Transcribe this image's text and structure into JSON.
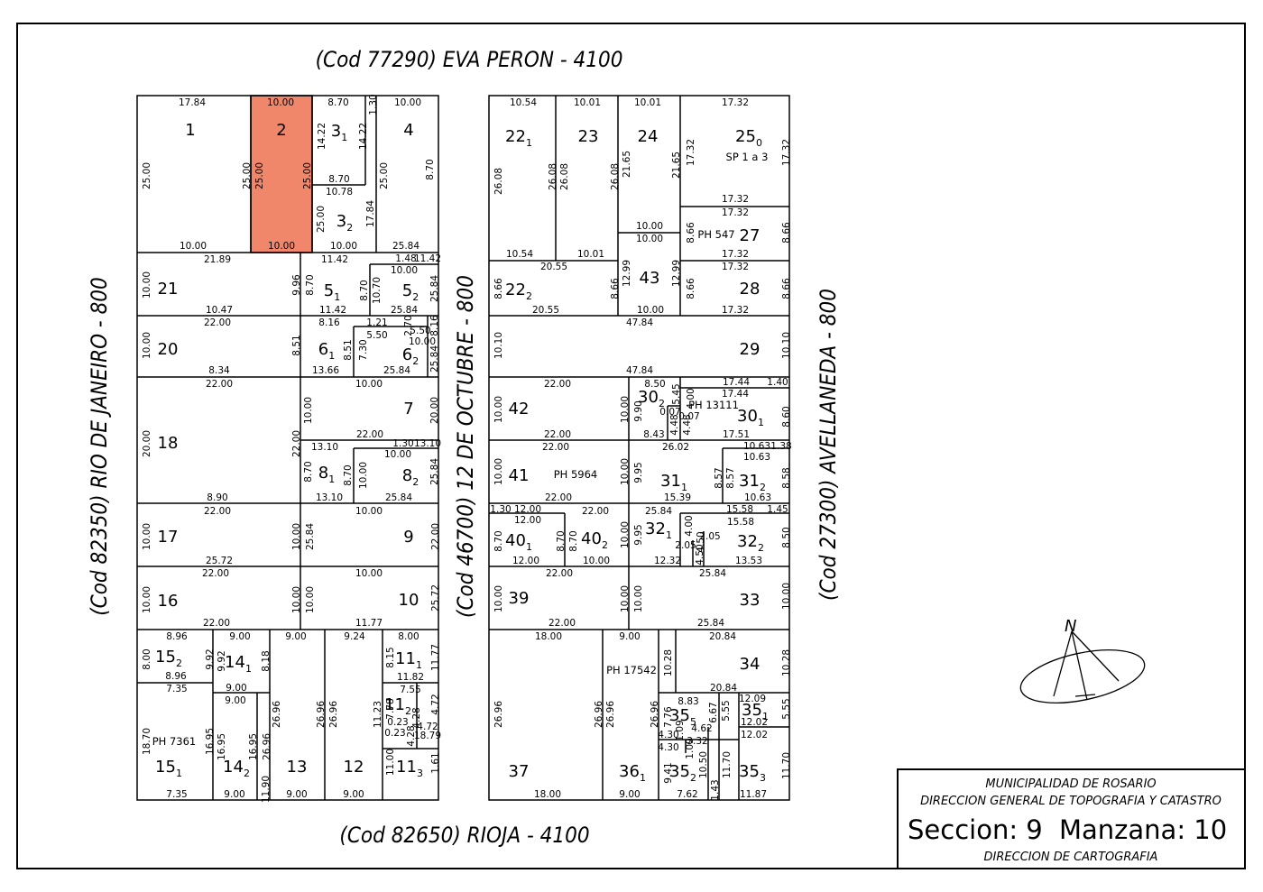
{
  "streets": {
    "top": "(Cod  77290)  EVA PERON - 4100",
    "bottom": "(Cod  82650)  RIOJA - 4100",
    "left": "(Cod  82350)  RIO DE JANEIRO - 800",
    "middle": "(Cod  46700)  12 DE OCTUBRE - 800",
    "right": "(Cod  27300)  AVELLANEDA - 800"
  },
  "title_block": {
    "line1": "MUNICIPALIDAD DE ROSARIO",
    "line2": "DIRECCION GENERAL DE TOPOGRAFIA Y CATASTRO",
    "seccion": "Seccion: 9",
    "manzana": "Manzana:  10",
    "line4": "DIRECCION DE CARTOGRAFIA"
  },
  "north_label": "N",
  "highlight_color": "#f0876b",
  "highlighted_parcel": "2",
  "left_block": {
    "lots": [
      {
        "id": "lot-1",
        "main": "1"
      },
      {
        "id": "lot-2",
        "main": "2"
      },
      {
        "id": "lot-3-1",
        "main": "3",
        "sub": "1"
      },
      {
        "id": "lot-3-2",
        "main": "3",
        "sub": "2"
      },
      {
        "id": "lot-4",
        "main": "4"
      },
      {
        "id": "lot-21",
        "main": "21"
      },
      {
        "id": "lot-5-1",
        "main": "5",
        "sub": "1"
      },
      {
        "id": "lot-5-2",
        "main": "5",
        "sub": "2"
      },
      {
        "id": "lot-20",
        "main": "20"
      },
      {
        "id": "lot-6-1",
        "main": "6",
        "sub": "1"
      },
      {
        "id": "lot-6-2",
        "main": "6",
        "sub": "2"
      },
      {
        "id": "lot-18",
        "main": "18"
      },
      {
        "id": "lot-7",
        "main": "7"
      },
      {
        "id": "lot-8-1",
        "main": "8",
        "sub": "1"
      },
      {
        "id": "lot-8-2",
        "main": "8",
        "sub": "2"
      },
      {
        "id": "lot-17",
        "main": "17"
      },
      {
        "id": "lot-9",
        "main": "9"
      },
      {
        "id": "lot-16",
        "main": "16"
      },
      {
        "id": "lot-10",
        "main": "10"
      },
      {
        "id": "lot-15-2",
        "main": "15",
        "sub": "2"
      },
      {
        "id": "lot-14-1",
        "main": "14",
        "sub": "1"
      },
      {
        "id": "lot-11-1",
        "main": "11",
        "sub": "1"
      },
      {
        "id": "lot-11-2",
        "main": "11",
        "sub": "2"
      },
      {
        "id": "lot-15-1",
        "main": "15",
        "sub": "1"
      },
      {
        "id": "lot-14-2",
        "main": "14",
        "sub": "2"
      },
      {
        "id": "lot-13",
        "main": "13"
      },
      {
        "id": "lot-12",
        "main": "12"
      },
      {
        "id": "lot-11-3",
        "main": "11",
        "sub": "3"
      }
    ],
    "ph_labels": [
      "PH 7361"
    ],
    "dimensions": [
      "17.84",
      "10.00",
      "8.70",
      "1.30",
      "10.00",
      "14.22",
      "14.22",
      "25.00",
      "25.00",
      "25.00",
      "25.00",
      "25.00",
      "8.70",
      "8.70",
      "10.78",
      "25.00",
      "17.84",
      "10.00",
      "10.00",
      "10.00",
      "25.84",
      "21.89",
      "11.42",
      "1.48",
      "11.42",
      "10.00",
      "10.00",
      "9.96",
      "8.70",
      "8.70",
      "10.70",
      "25.84",
      "10.47",
      "11.42",
      "25.84",
      "22.00",
      "8.16",
      "1.21",
      "2.70",
      "8.16",
      "5.50",
      "5.50",
      "10.00",
      "10.00",
      "8.51",
      "8.51",
      "7.30",
      "25.84",
      "8.34",
      "13.66",
      "25.84",
      "22.00",
      "10.00",
      "10.00",
      "20.00",
      "20.00",
      "22.00",
      "22.00",
      "13.10",
      "1.30",
      "13.10",
      "10.00",
      "8.70",
      "8.70",
      "10.00",
      "25.84",
      "8.90",
      "13.10",
      "25.84",
      "22.00",
      "10.00",
      "10.00",
      "10.00",
      "25.84",
      "22.00",
      "25.72",
      "22.00",
      "10.00",
      "10.00",
      "10.00",
      "10.00",
      "25.72",
      "22.00",
      "11.77",
      "8.96",
      "9.00",
      "9.00",
      "9.24",
      "8.00",
      "8.00",
      "9.92",
      "9.92",
      "8.18",
      "8.15",
      "11.77",
      "8.96",
      "9.00",
      "11.82",
      "7.35",
      "9.00",
      "7.55",
      "7.78",
      "4.72",
      "0.23",
      "4.28",
      "4.72",
      "0.23",
      "4.28",
      "18.79",
      "18.70",
      "16.95",
      "16.95",
      "16.95",
      "26.96",
      "26.96",
      "26.96",
      "26.96",
      "11.23",
      "11.00",
      "1.61",
      "11.90",
      "7.35",
      "9.00",
      "9.00",
      "9.00"
    ]
  },
  "right_block": {
    "lots": [
      {
        "id": "lot-22-1",
        "main": "22",
        "sub": "1"
      },
      {
        "id": "lot-23",
        "main": "23"
      },
      {
        "id": "lot-24",
        "main": "24"
      },
      {
        "id": "lot-25-0",
        "main": "25",
        "sub": "0"
      },
      {
        "id": "lot-27",
        "main": "27"
      },
      {
        "id": "lot-43",
        "main": "43"
      },
      {
        "id": "lot-22-2",
        "main": "22",
        "sub": "2"
      },
      {
        "id": "lot-28",
        "main": "28"
      },
      {
        "id": "lot-29",
        "main": "29"
      },
      {
        "id": "lot-42",
        "main": "42"
      },
      {
        "id": "lot-30-2",
        "main": "30",
        "sub": "2"
      },
      {
        "id": "lot-30-1",
        "main": "30",
        "sub": "1"
      },
      {
        "id": "lot-41",
        "main": "41"
      },
      {
        "id": "lot-31-1",
        "main": "31",
        "sub": "1"
      },
      {
        "id": "lot-31-2",
        "main": "31",
        "sub": "2"
      },
      {
        "id": "lot-40-1",
        "main": "40",
        "sub": "1"
      },
      {
        "id": "lot-40-2",
        "main": "40",
        "sub": "2"
      },
      {
        "id": "lot-32-1",
        "main": "32",
        "sub": "1"
      },
      {
        "id": "lot-32-2",
        "main": "32",
        "sub": "2"
      },
      {
        "id": "lot-39",
        "main": "39"
      },
      {
        "id": "lot-33",
        "main": "33"
      },
      {
        "id": "lot-34",
        "main": "34"
      },
      {
        "id": "lot-35-5",
        "main": "35",
        "sub": "5"
      },
      {
        "id": "lot-35-1",
        "main": "35",
        "sub": "1"
      },
      {
        "id": "lot-37",
        "main": "37"
      },
      {
        "id": "lot-36-1",
        "main": "36",
        "sub": "1"
      },
      {
        "id": "lot-35-2",
        "main": "35",
        "sub": "2"
      },
      {
        "id": "lot-35-3",
        "main": "35",
        "sub": "3"
      }
    ],
    "ph_labels": [
      "SP 1 a 3",
      "PH 547",
      "PH 13111",
      "PH 5964",
      "PH 17542"
    ],
    "dimensions": [
      "10.54",
      "10.01",
      "10.01",
      "17.32",
      "26.08",
      "26.08",
      "26.08",
      "26.08",
      "21.65",
      "21.65",
      "17.32",
      "17.32",
      "17.32",
      "17.32",
      "10.00",
      "10.00",
      "8.66",
      "8.66",
      "10.54",
      "10.01",
      "17.32",
      "20.55",
      "17.32",
      "8.66",
      "12.99",
      "12.99",
      "8.66",
      "8.66",
      "8.66",
      "20.55",
      "10.00",
      "17.32",
      "47.84",
      "10.10",
      "10.10",
      "47.84",
      "22.00",
      "8.50",
      "5.45",
      "17.44",
      "1.40",
      "17.44",
      "10.00",
      "10.00",
      "9.90",
      "4.00",
      "0.07",
      "0.07",
      "4.48",
      "4.48",
      "8.60",
      "22.00",
      "8.43",
      "17.51",
      "22.00",
      "26.02",
      "10.63",
      "1.38",
      "10.63",
      "10.00",
      "10.00",
      "9.95",
      "8.57",
      "8.57",
      "8.58",
      "22.00",
      "15.39",
      "10.63",
      "1.30",
      "12.00",
      "22.00",
      "25.84",
      "15.58",
      "1.45",
      "12.00",
      "15.58",
      "8.70",
      "8.70",
      "8.70",
      "10.00",
      "9.95",
      "4.00",
      "2.05",
      "2.05",
      "4.50",
      "4.50",
      "8.50",
      "12.00",
      "10.00",
      "12.32",
      "13.53",
      "22.00",
      "25.84",
      "10.00",
      "10.00",
      "10.00",
      "10.00",
      "22.00",
      "25.84",
      "18.00",
      "9.00",
      "20.84",
      "10.28",
      "10.28",
      "20.84",
      "8.83",
      "12.09",
      "7.76",
      "6.67",
      "5.55",
      "5.55",
      "4.30",
      "1.09",
      "4.62",
      "12.02",
      "4.30",
      "3.32",
      "12.02",
      "1.09",
      "26.96",
      "26.96",
      "26.96",
      "26.96",
      "9.41",
      "10.50",
      "11.70",
      "11.70",
      "1.43",
      "18.00",
      "9.00",
      "7.62",
      "11.87"
    ]
  }
}
